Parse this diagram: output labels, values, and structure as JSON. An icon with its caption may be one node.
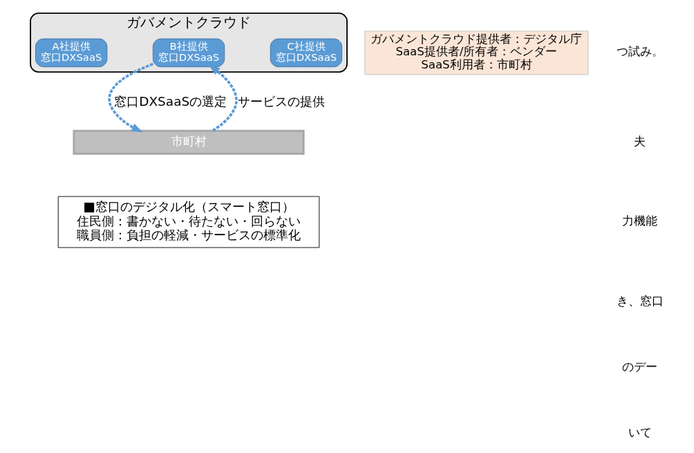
{
  "diagram": {
    "nodes": [
      {
        "text": [
          "ガバメントクラウド"
        ]
      },
      {
        "text": [
          "A社提供",
          "窓口DXSaaS"
        ],
        "in": 0
      },
      {
        "text": [
          "B社提供",
          "窓口DXSaaS"
        ],
        "in": 0
      },
      {
        "text": [
          "C社提供",
          "窓口DXSaaS"
        ],
        "in": 0
      },
      {
        "text": [
          "市町村"
        ]
      },
      {
        "text": [
          "■窓口のデジタル化（スマート窓口）",
          "住民側：書かない・待たない・回らない",
          "職員側：負担の軽減・サービスの標準化"
        ]
      },
      {
        "text": [
          "ガバメントクラウド提供者：デジタル庁",
          "SaaS提供者/所有者：ベンダー",
          "SaaS利用者：市町村"
        ]
      }
    ],
    "edges": [
      {
        "from": 4,
        "to": 2,
        "arrow": "to",
        "label": "サービスの提供",
        "style": "dashed"
      },
      {
        "from": 2,
        "to": 4,
        "arrow": "to",
        "label": "窓口DXSaaSの選定",
        "style": "dashed"
      }
    ],
    "labels": [
      "つ試み。",
      "夫",
      "力機能",
      "き、窓口",
      "のデー",
      "いて"
    ]
  }
}
